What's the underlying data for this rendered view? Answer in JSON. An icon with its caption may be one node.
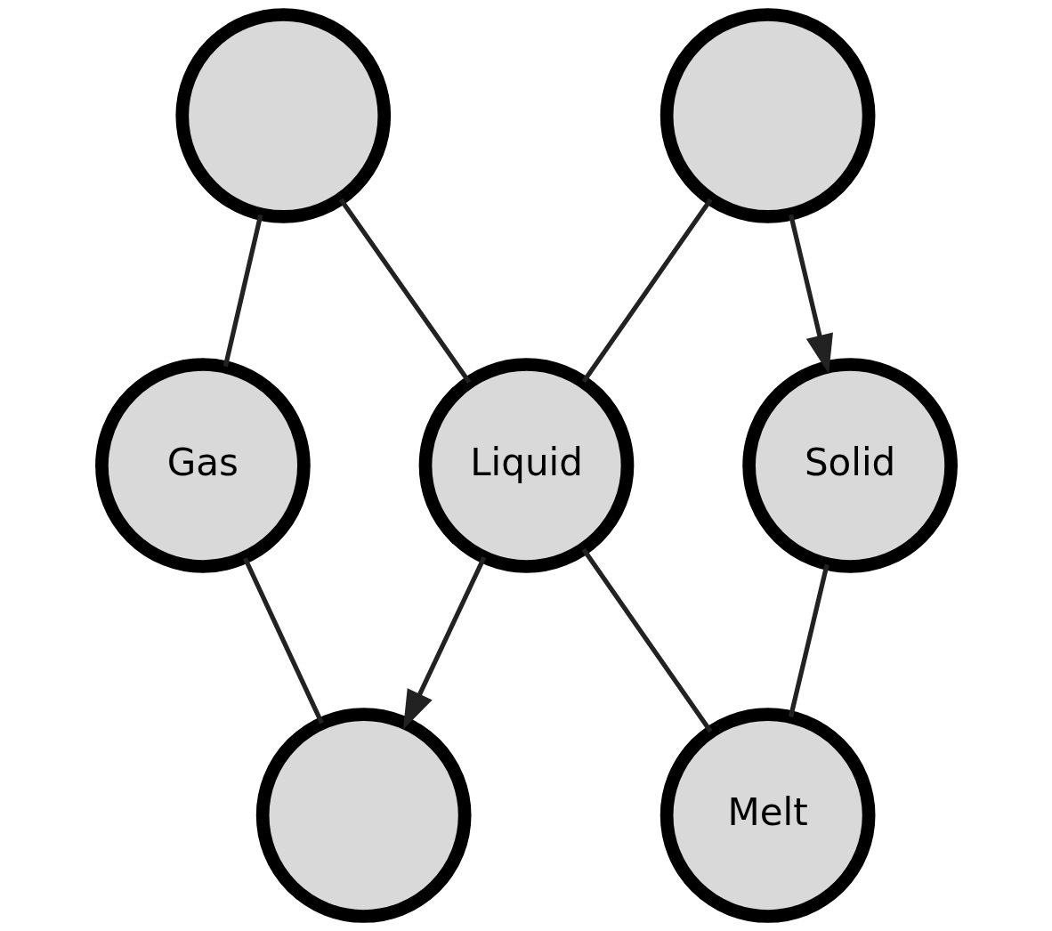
{
  "diagram": {
    "nodes": [
      {
        "text": [],
        "shape": "circle"
      },
      {
        "text": [],
        "shape": "circle"
      },
      {
        "text": [
          "Gas"
        ]
      },
      {
        "text": [
          "Liquid"
        ]
      },
      {
        "text": [
          "Solid"
        ]
      },
      {
        "text": [],
        "shape": "circle"
      },
      {
        "text": [
          "Melt"
        ]
      }
    ],
    "edges": [
      {
        "from": 0,
        "to": 2,
        "arrow": "none"
      },
      {
        "from": 0,
        "to": 3,
        "arrow": "none"
      },
      {
        "from": 1,
        "to": 3,
        "arrow": "none"
      },
      {
        "from": 1,
        "to": 4,
        "arrow": "to"
      },
      {
        "from": 2,
        "to": 5,
        "arrow": "none"
      },
      {
        "from": 3,
        "to": 5,
        "arrow": "to"
      },
      {
        "from": 3,
        "to": 6,
        "arrow": "none"
      },
      {
        "from": 4,
        "to": 6,
        "arrow": "none"
      }
    ]
  }
}
